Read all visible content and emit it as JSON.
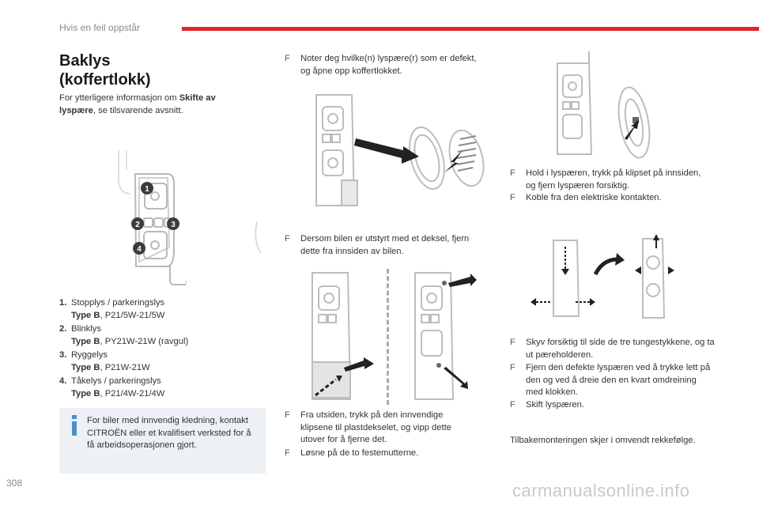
{
  "header": {
    "section": "Hvis en feil oppstår",
    "accent_color": "#e3242b"
  },
  "title_line1": "Baklys",
  "title_line2": "(koffertlokk)",
  "intro": {
    "text_before": "For ytterligere informasjon om ",
    "bold": "Skifte av lyspære",
    "text_after": ", se tilsvarende avsnitt."
  },
  "diagram_labels": [
    "1",
    "2",
    "3",
    "4"
  ],
  "lamps": [
    {
      "num": "1.",
      "name": "Stopplys / parkeringslys",
      "type_label": "Type B",
      "spec": "P21/5W-21/5W",
      "sep": ", "
    },
    {
      "num": "2.",
      "name": "Blinklys",
      "type_label": "Type B",
      "spec": "PY21W-21W (ravgul)",
      "sep": ", "
    },
    {
      "num": "3.",
      "name": "Ryggelys",
      "type_label": "Type B",
      "spec": "P21W-21W",
      "sep": ", "
    },
    {
      "num": "4.",
      "name": "Tåkelys / parkeringslys",
      "type_label": "Type B",
      "spec": "P21/4W-21/4W",
      "sep": ", "
    }
  ],
  "info_box": {
    "text": "For biler med innvendig kledning, kontakt CITROËN eller et kvalifisert verksted for å få arbeidsoperasjonen gjort.",
    "icon": "info-icon"
  },
  "bullet_glyph": "F",
  "col2": {
    "step1": "Noter deg hvilke(n) lyspære(r) som er defekt, og åpne opp koffertlokket.",
    "step2": "Dersom bilen er utstyrt med et deksel, fjern dette fra innsiden av bilen.",
    "step3": "Fra utsiden, trykk på den innvendige klipsene til plastdekselet, og vipp dette utover for å fjerne det.",
    "step4": "Løsne på de to festemutterne."
  },
  "col3": {
    "step1": "Hold i lyspæren, trykk på klipset på innsiden, og fjern lyspæren forsiktig.",
    "step2": "Koble fra den elektriske kontakten.",
    "step3": "Skyv forsiktig til side de tre tungestykkene, og ta ut pæreholderen.",
    "step4": "Fjern den defekte lyspæren ved å trykke lett på den og ved å dreie den en kvart omdreining med klokken.",
    "step5": "Skift lyspæren.",
    "closing": "Tilbakemonteringen skjer i omvendt rekkefølge."
  },
  "page_number": "308",
  "watermark": "carmanualsonline.info"
}
